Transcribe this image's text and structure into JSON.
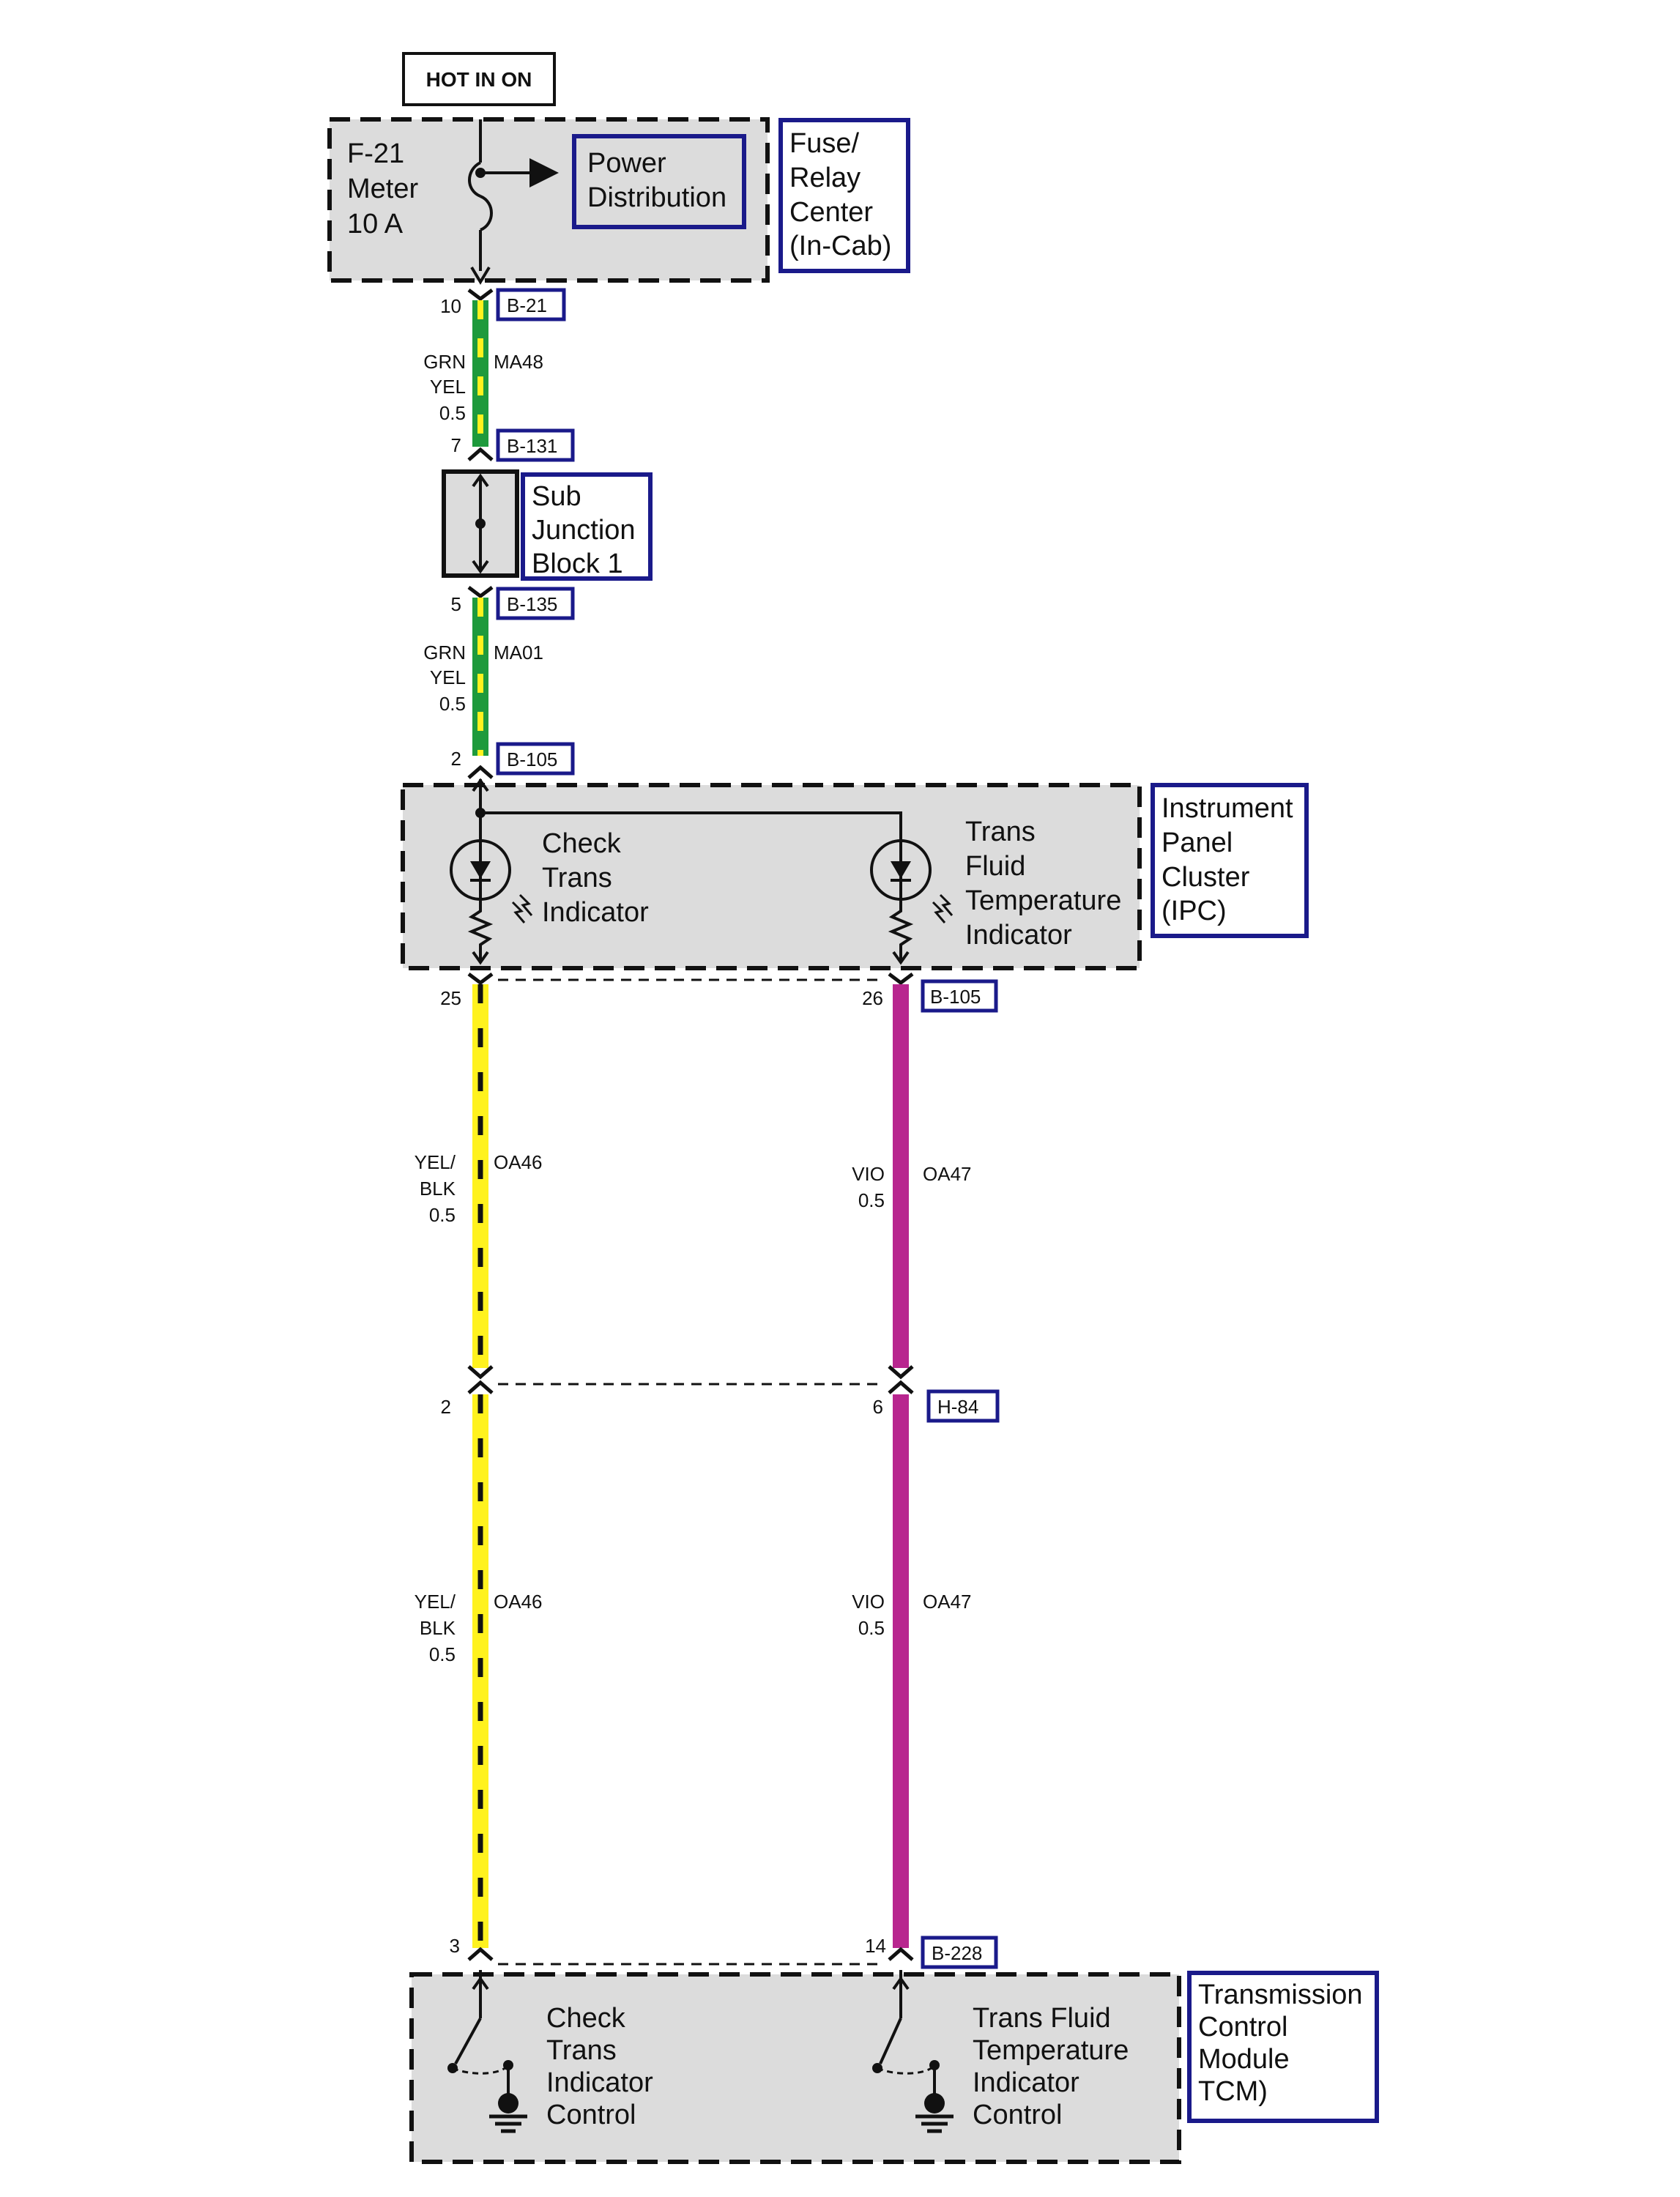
{
  "hot_label": "HOT IN ON",
  "fuse": {
    "id": "F-21",
    "name": "Meter",
    "rating": "10 A",
    "power_dist": [
      "Power",
      "Distribution"
    ]
  },
  "fuse_center": [
    "Fuse/",
    "Relay",
    "Center",
    "(In-Cab)"
  ],
  "sub_junction": [
    "Sub",
    "Junction",
    "Block 1"
  ],
  "ipc": {
    "title": [
      "Instrument",
      "Panel",
      "Cluster",
      "(IPC)"
    ],
    "indicator1": [
      "Check",
      "Trans",
      "Indicator"
    ],
    "indicator2": [
      "Trans",
      "Fluid",
      "Temperature",
      "Indicator"
    ]
  },
  "tcm": {
    "title": [
      "Transmission",
      "Control",
      "Module",
      "TCM)"
    ],
    "control1": [
      "Check",
      "Trans",
      "Indicator",
      "Control"
    ],
    "control2": [
      "Trans Fluid",
      "Temperature",
      "Indicator",
      "Control"
    ]
  },
  "connectors": {
    "b21": "B-21",
    "b21_pin": "10",
    "b131": "B-131",
    "b131_pin": "7",
    "b135": "B-135",
    "b135_pin": "5",
    "b105_top": "B-105",
    "b105_top_pin": "2",
    "b105_bottom": "B-105",
    "b105_pin_left": "25",
    "b105_pin_right": "26",
    "h84": "H-84",
    "h84_pin_left": "2",
    "h84_pin_right": "6",
    "b228": "B-228",
    "b228_pin_left": "3",
    "b228_pin_right": "14"
  },
  "wires": {
    "ma48": {
      "color": [
        "GRN",
        "YEL"
      ],
      "gauge": "0.5",
      "circuit": "MA48"
    },
    "ma01": {
      "color": [
        "GRN",
        "YEL"
      ],
      "gauge": "0.5",
      "circuit": "MA01"
    },
    "oa46_upper": {
      "color": [
        "YEL/",
        "BLK"
      ],
      "gauge": "0.5",
      "circuit": "OA46"
    },
    "oa46_lower": {
      "color": [
        "YEL/",
        "BLK"
      ],
      "gauge": "0.5",
      "circuit": "OA46"
    },
    "oa47_upper": {
      "color": [
        "VIO"
      ],
      "gauge": "0.5",
      "circuit": "OA47"
    },
    "oa47_lower": {
      "color": [
        "VIO"
      ],
      "gauge": "0.5",
      "circuit": "OA47"
    }
  },
  "colors": {
    "wire_green": "#1e9a3c",
    "wire_yellow": "#fff21e",
    "wire_violet": "#b8268f",
    "box_fill": "#dcdcdc",
    "label_border": "#1a1a8a"
  }
}
